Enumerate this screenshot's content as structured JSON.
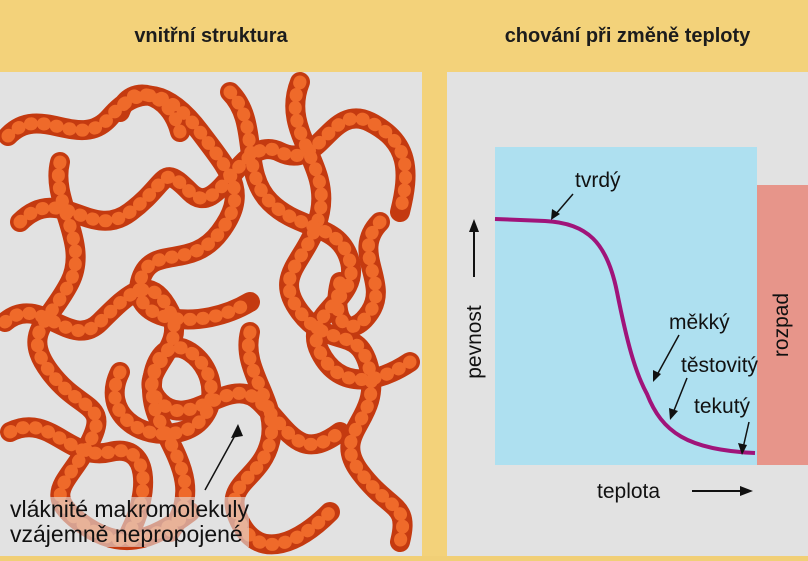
{
  "left": {
    "header": "vnitřní struktura",
    "caption_line1": "vláknité makromolekuly",
    "caption_line2": "vzájemně nepropojené"
  },
  "right": {
    "header": "chování při změně teploty",
    "xlabel": "teplota",
    "ylabel": "pevnost",
    "band_label": "rozpad",
    "states": [
      "tvrdý",
      "měkký",
      "těstovitý",
      "tekutý"
    ]
  },
  "colors": {
    "header_bg": "#f3d27a",
    "panel_bg": "#e2e2e2",
    "plot_bg": "#aee0f0",
    "curve": "#a0147a",
    "band": "#e7958a",
    "bead": "#ef6a2a"
  }
}
